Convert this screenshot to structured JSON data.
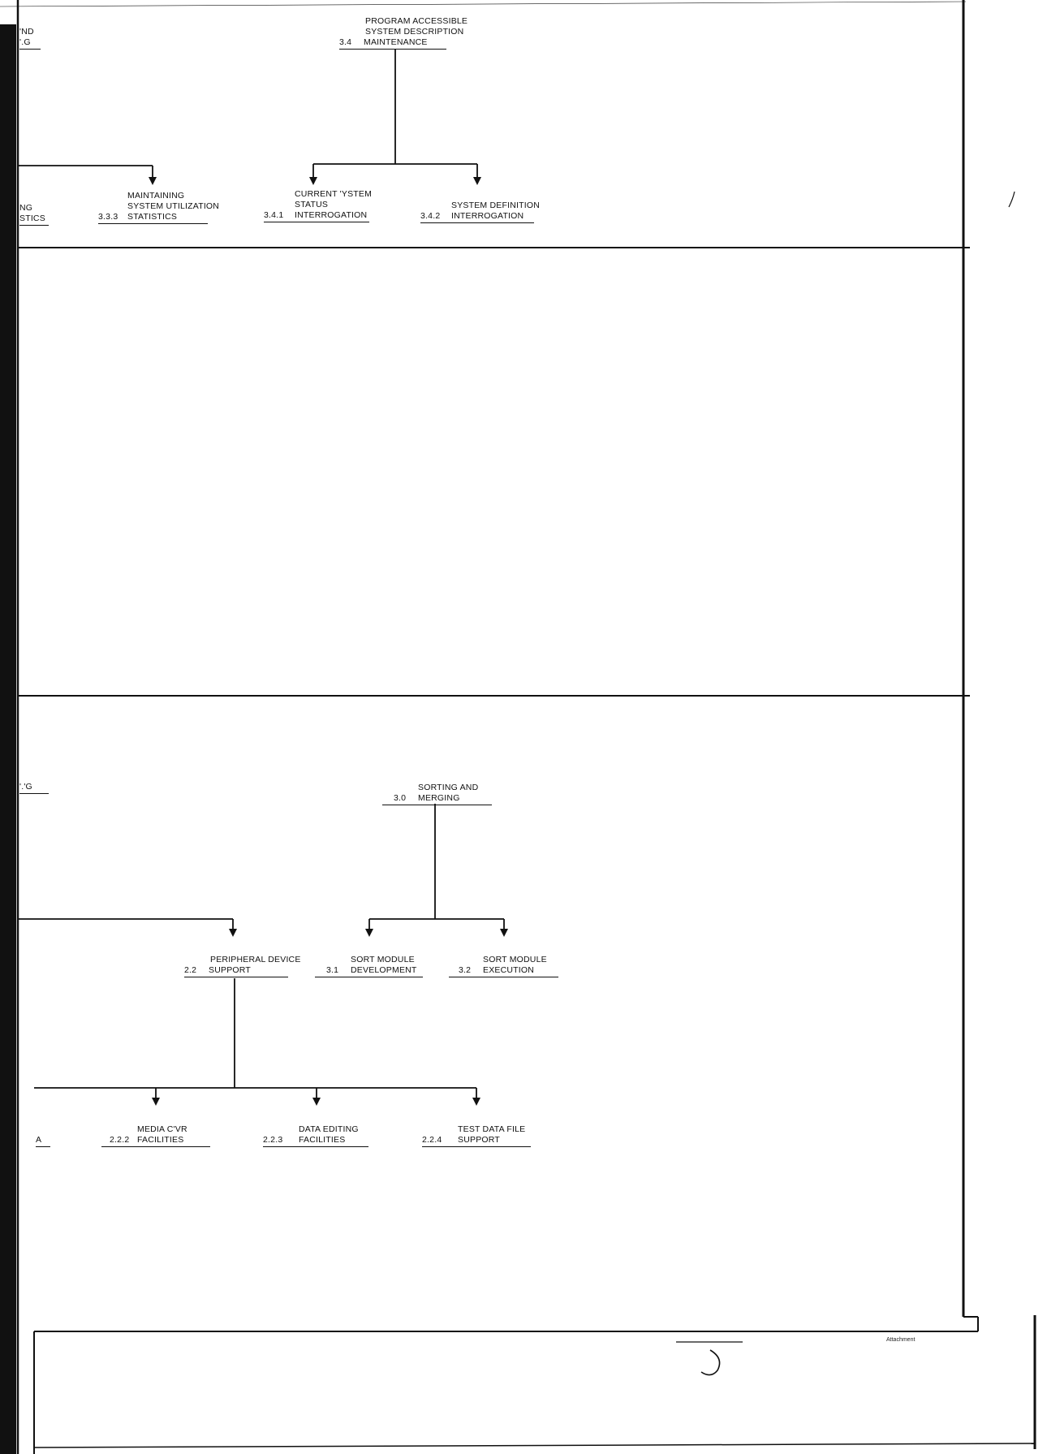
{
  "top_section": {
    "partial_left_heading": [
      "'ND",
      "'.G"
    ],
    "partial_left_label": [
      "NG",
      "STICS"
    ],
    "node_3_4": {
      "lines": [
        "PROGRAM ACCESSIBLE",
        "SYSTEM DESCRIPTION"
      ],
      "number": "3.4",
      "last": "MAINTENANCE"
    },
    "node_3_3_3": {
      "lines": [
        "MAINTAINING",
        "SYSTEM UTILIZATION"
      ],
      "number": "3.3.3",
      "last": "STATISTICS"
    },
    "node_3_4_1": {
      "lines": [
        "CURRENT 'YSTEM",
        "STATUS"
      ],
      "number": "3.4.1",
      "last": "INTERROGATION"
    },
    "node_3_4_2": {
      "lines": [
        "SYSTEM DEFINITION"
      ],
      "number": "3.4.2",
      "last": "INTERROGATION"
    }
  },
  "bottom_section": {
    "partial_left_heading": [
      "'.'G"
    ],
    "partial_left_label": [
      "A"
    ],
    "node_3_0": {
      "lines": [
        "SORTING AND"
      ],
      "number": "3.0",
      "last": "MERGING"
    },
    "node_2_2": {
      "lines": [
        "PERIPHERAL DEVICE"
      ],
      "number": "2.2",
      "last": "SUPPORT"
    },
    "node_3_1": {
      "lines": [
        "SORT MODULE"
      ],
      "number": "3.1",
      "last": "DEVELOPMENT"
    },
    "node_3_2": {
      "lines": [
        "SORT MODULE"
      ],
      "number": "3.2",
      "last": "EXECUTION"
    },
    "node_2_2_2": {
      "lines": [
        "MEDIA C'VR"
      ],
      "number": "2.2.2",
      "last": "FACILITIES"
    },
    "node_2_2_3": {
      "lines": [
        "DATA EDITING"
      ],
      "number": "2.2.3",
      "last": "FACILITIES"
    },
    "node_2_2_4": {
      "lines": [
        "TEST DATA FILE"
      ],
      "number": "2.2.4",
      "last": "SUPPORT"
    }
  },
  "footer": {
    "attachment": "Attachment",
    "mark": "J"
  }
}
